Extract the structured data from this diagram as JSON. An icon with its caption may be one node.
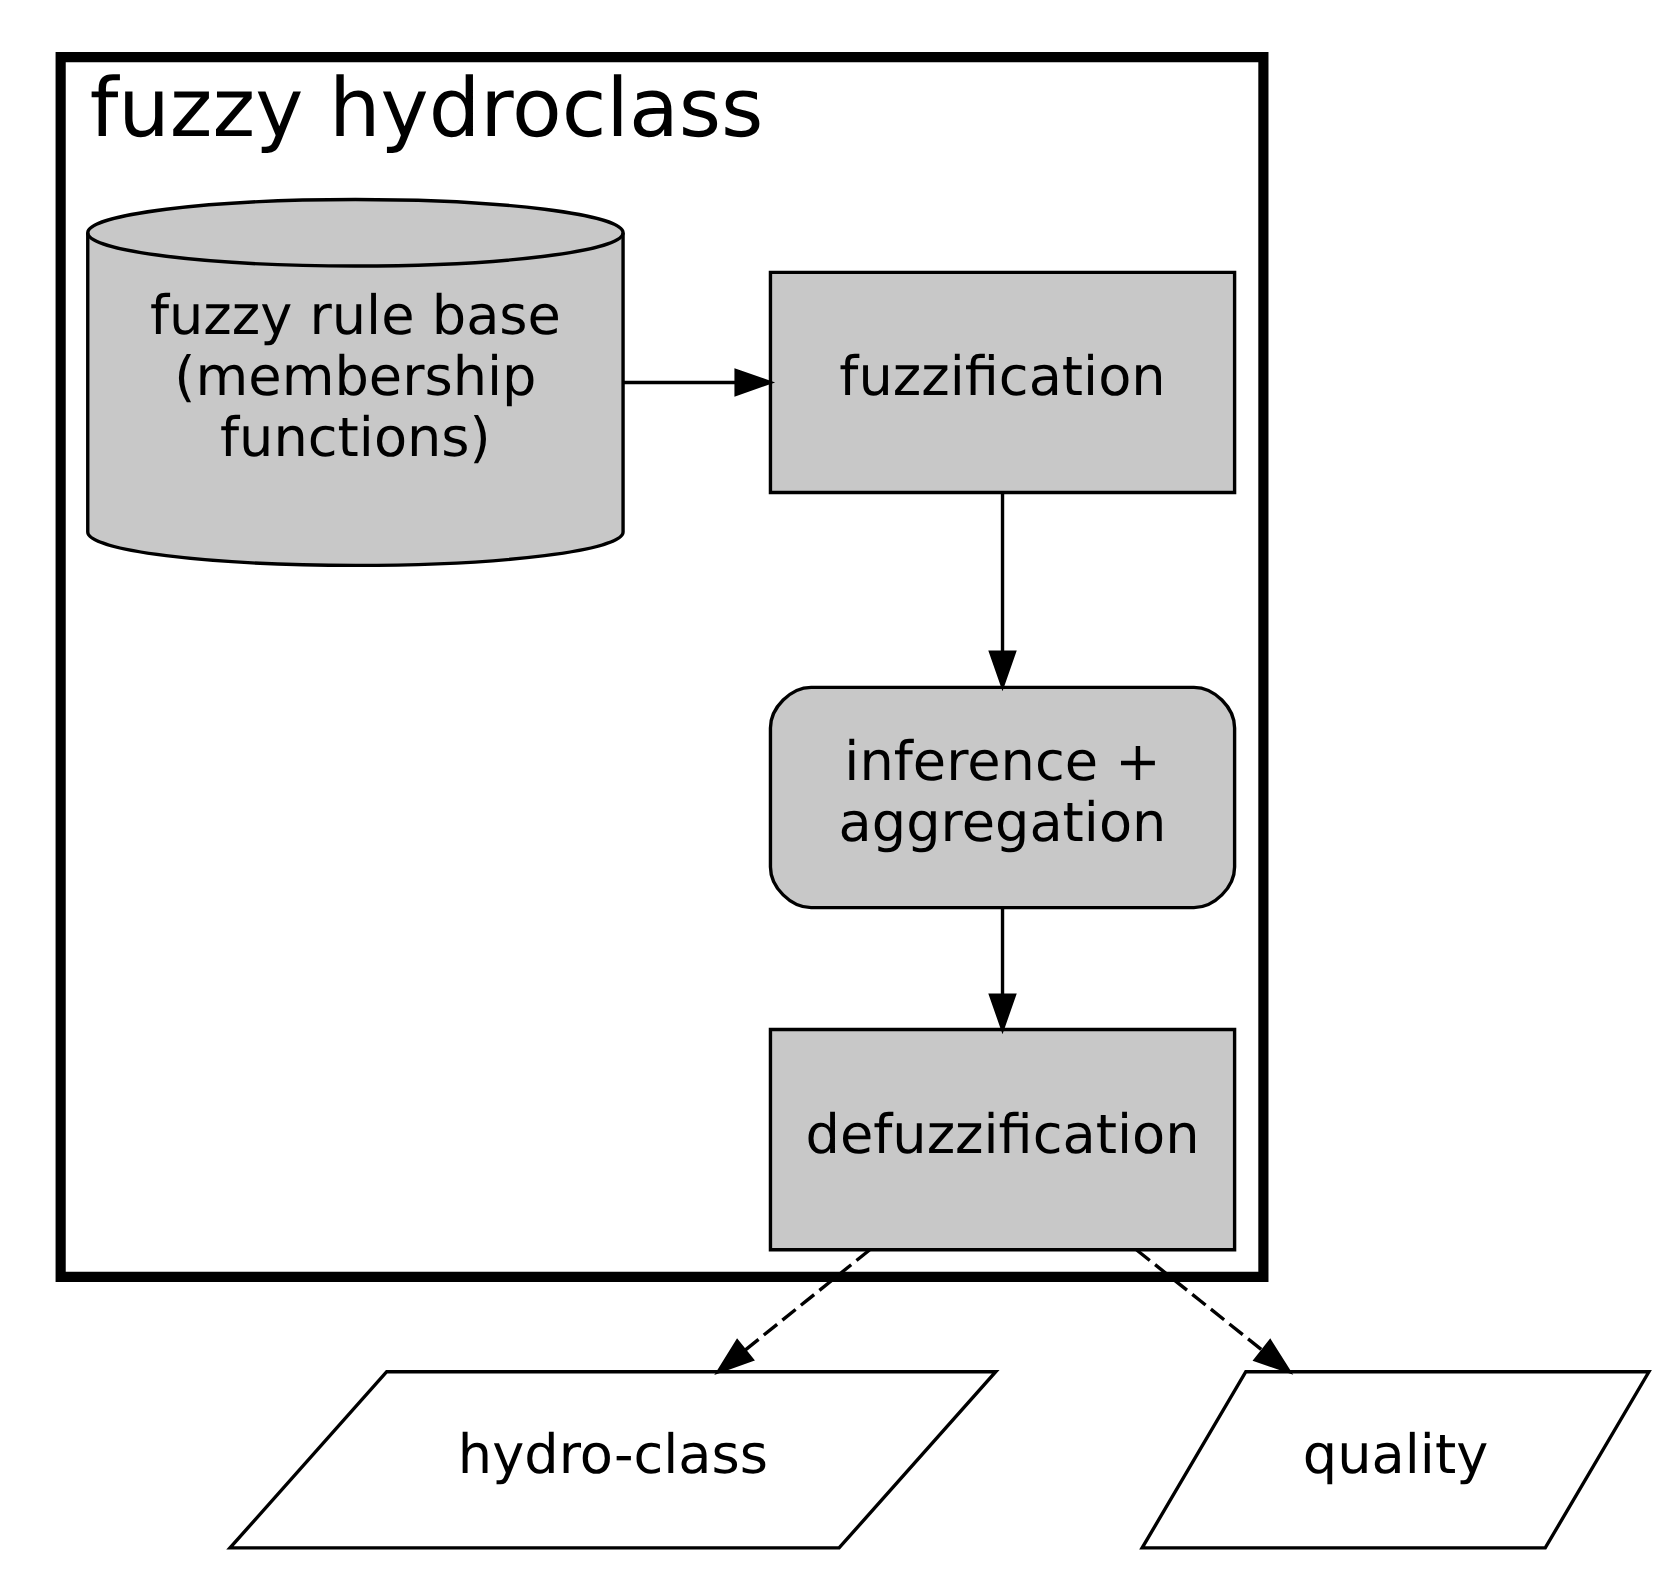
{
  "diagram": {
    "nodes": [
      {
        "text": [
          "fuzzy hydroclass"
        ]
      },
      {
        "text": [
          "fuzzy rule base (membership functions)"
        ],
        "in": 0
      },
      {
        "text": [
          "fuzzification"
        ],
        "in": 0
      },
      {
        "text": [
          "inference + aggregation"
        ],
        "in": 0
      },
      {
        "text": [
          "defuzzification"
        ],
        "in": 0
      },
      {
        "text": [
          "hydro-class"
        ]
      },
      {
        "text": [
          "quality"
        ]
      }
    ],
    "edges": [
      {
        "from": 1,
        "to": 2,
        "arrow": "to"
      },
      {
        "from": 2,
        "to": 3,
        "arrow": "to"
      },
      {
        "from": 3,
        "to": 4,
        "arrow": "to"
      },
      {
        "from": 4,
        "to": 5,
        "arrow": "to",
        "style": "dashed"
      },
      {
        "from": 4,
        "to": 6,
        "arrow": "to",
        "style": "dashed"
      }
    ]
  }
}
